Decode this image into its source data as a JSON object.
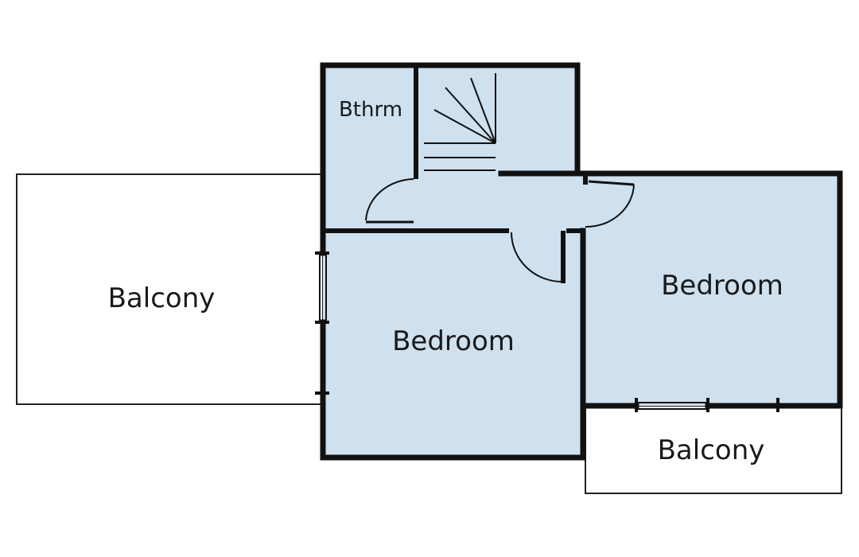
{
  "floorplan": {
    "colors": {
      "room_fill": "#cfe0ee",
      "wall": "#111111",
      "outline": "#222222",
      "background": "#ffffff"
    },
    "rooms": {
      "bathroom": "Bthrm",
      "bedroom_left": "Bedroom",
      "bedroom_right": "Bedroom",
      "balcony_left": "Balcony",
      "balcony_bottom": "Balcony"
    }
  }
}
